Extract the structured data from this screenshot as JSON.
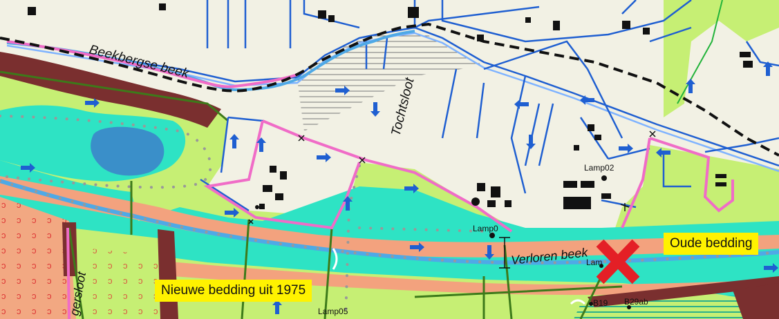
{
  "labels": {
    "stream_beekbergse": "Beekbergse beek",
    "ditch_tochtsloot": "Tochtsloot",
    "stream_verloren": "Verloren beek",
    "ditch_partial": "gersloot"
  },
  "points": {
    "lamp02": "Lamp02",
    "lamp0": "Lamp0",
    "lamp_partial": "Lam",
    "lamp05": "Lamp05",
    "b19": "B19",
    "b29ab": "B29ab"
  },
  "callouts": {
    "old_bed": "Oude bedding",
    "new_bed": "Nieuwe bedding uit 1975"
  },
  "colors": {
    "background": "#f2f1e4",
    "meadow": "#c6ef74",
    "wet_zone": "#2ee3c4",
    "stream": "#4fa9e6",
    "water_line": "#1f5fd1",
    "pond": "#3a8fc9",
    "bank": "#f3a27e",
    "forest": "#7a2f2f",
    "boundary": "#f06cc7",
    "marker_x": "#e41f26",
    "callout_bg": "#fff200"
  },
  "icons": {
    "flow_arrow": "flow-direction-arrow-icon",
    "removed_marker": "red-x-icon",
    "culvert": "culvert-bracket-icon"
  }
}
